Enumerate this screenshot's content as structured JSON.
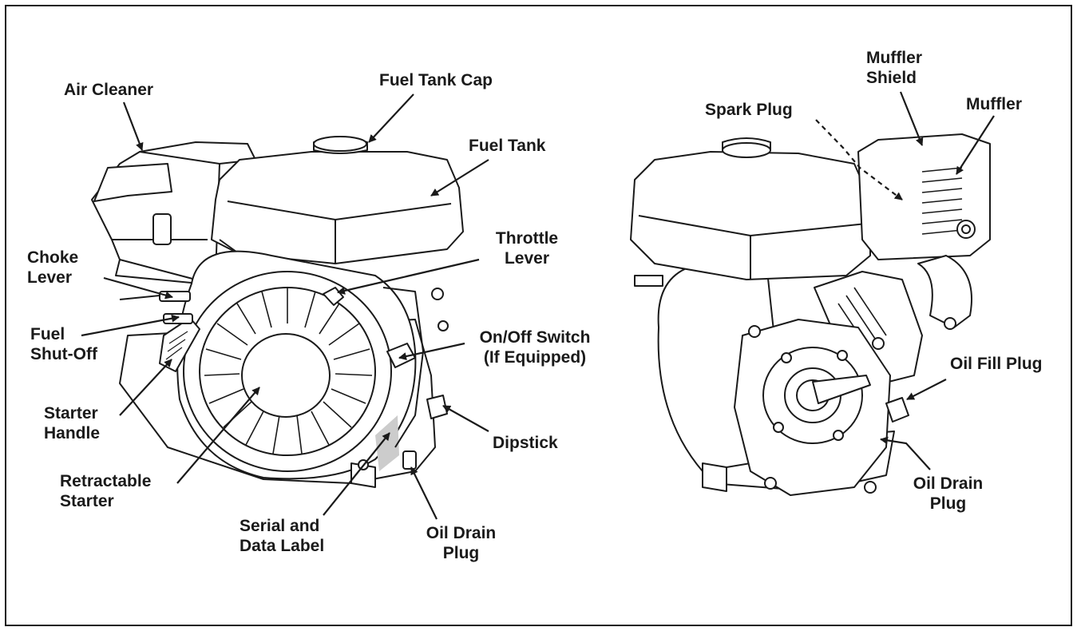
{
  "figure": {
    "labels": {
      "air_cleaner": [
        "Air Cleaner"
      ],
      "fuel_tank_cap": [
        "Fuel Tank Cap"
      ],
      "fuel_tank": [
        "Fuel Tank"
      ],
      "choke_lever": [
        "Choke",
        "Lever"
      ],
      "throttle_lever": [
        "Throttle",
        "Lever"
      ],
      "fuel_shutoff": [
        "Fuel",
        "Shut-Off"
      ],
      "on_off_switch": [
        "On/Off Switch",
        "(If Equipped)"
      ],
      "starter_handle": [
        "Starter",
        "Handle"
      ],
      "dipstick": [
        "Dipstick"
      ],
      "retractable_starter": [
        "Retractable",
        "Starter"
      ],
      "serial_data_label": [
        "Serial and",
        "Data Label"
      ],
      "oil_drain_plug_left": [
        "Oil Drain",
        "Plug"
      ],
      "muffler_shield": [
        "Muffler",
        "Shield"
      ],
      "spark_plug": [
        "Spark Plug"
      ],
      "muffler": [
        "Muffler"
      ],
      "oil_fill_plug": [
        "Oil Fill Plug"
      ],
      "oil_drain_plug_right": [
        "Oil Drain",
        "Plug"
      ]
    }
  },
  "colors": {
    "ink": "#1a1a1a",
    "fill": "#ffffff",
    "shade": "#cccccc"
  }
}
